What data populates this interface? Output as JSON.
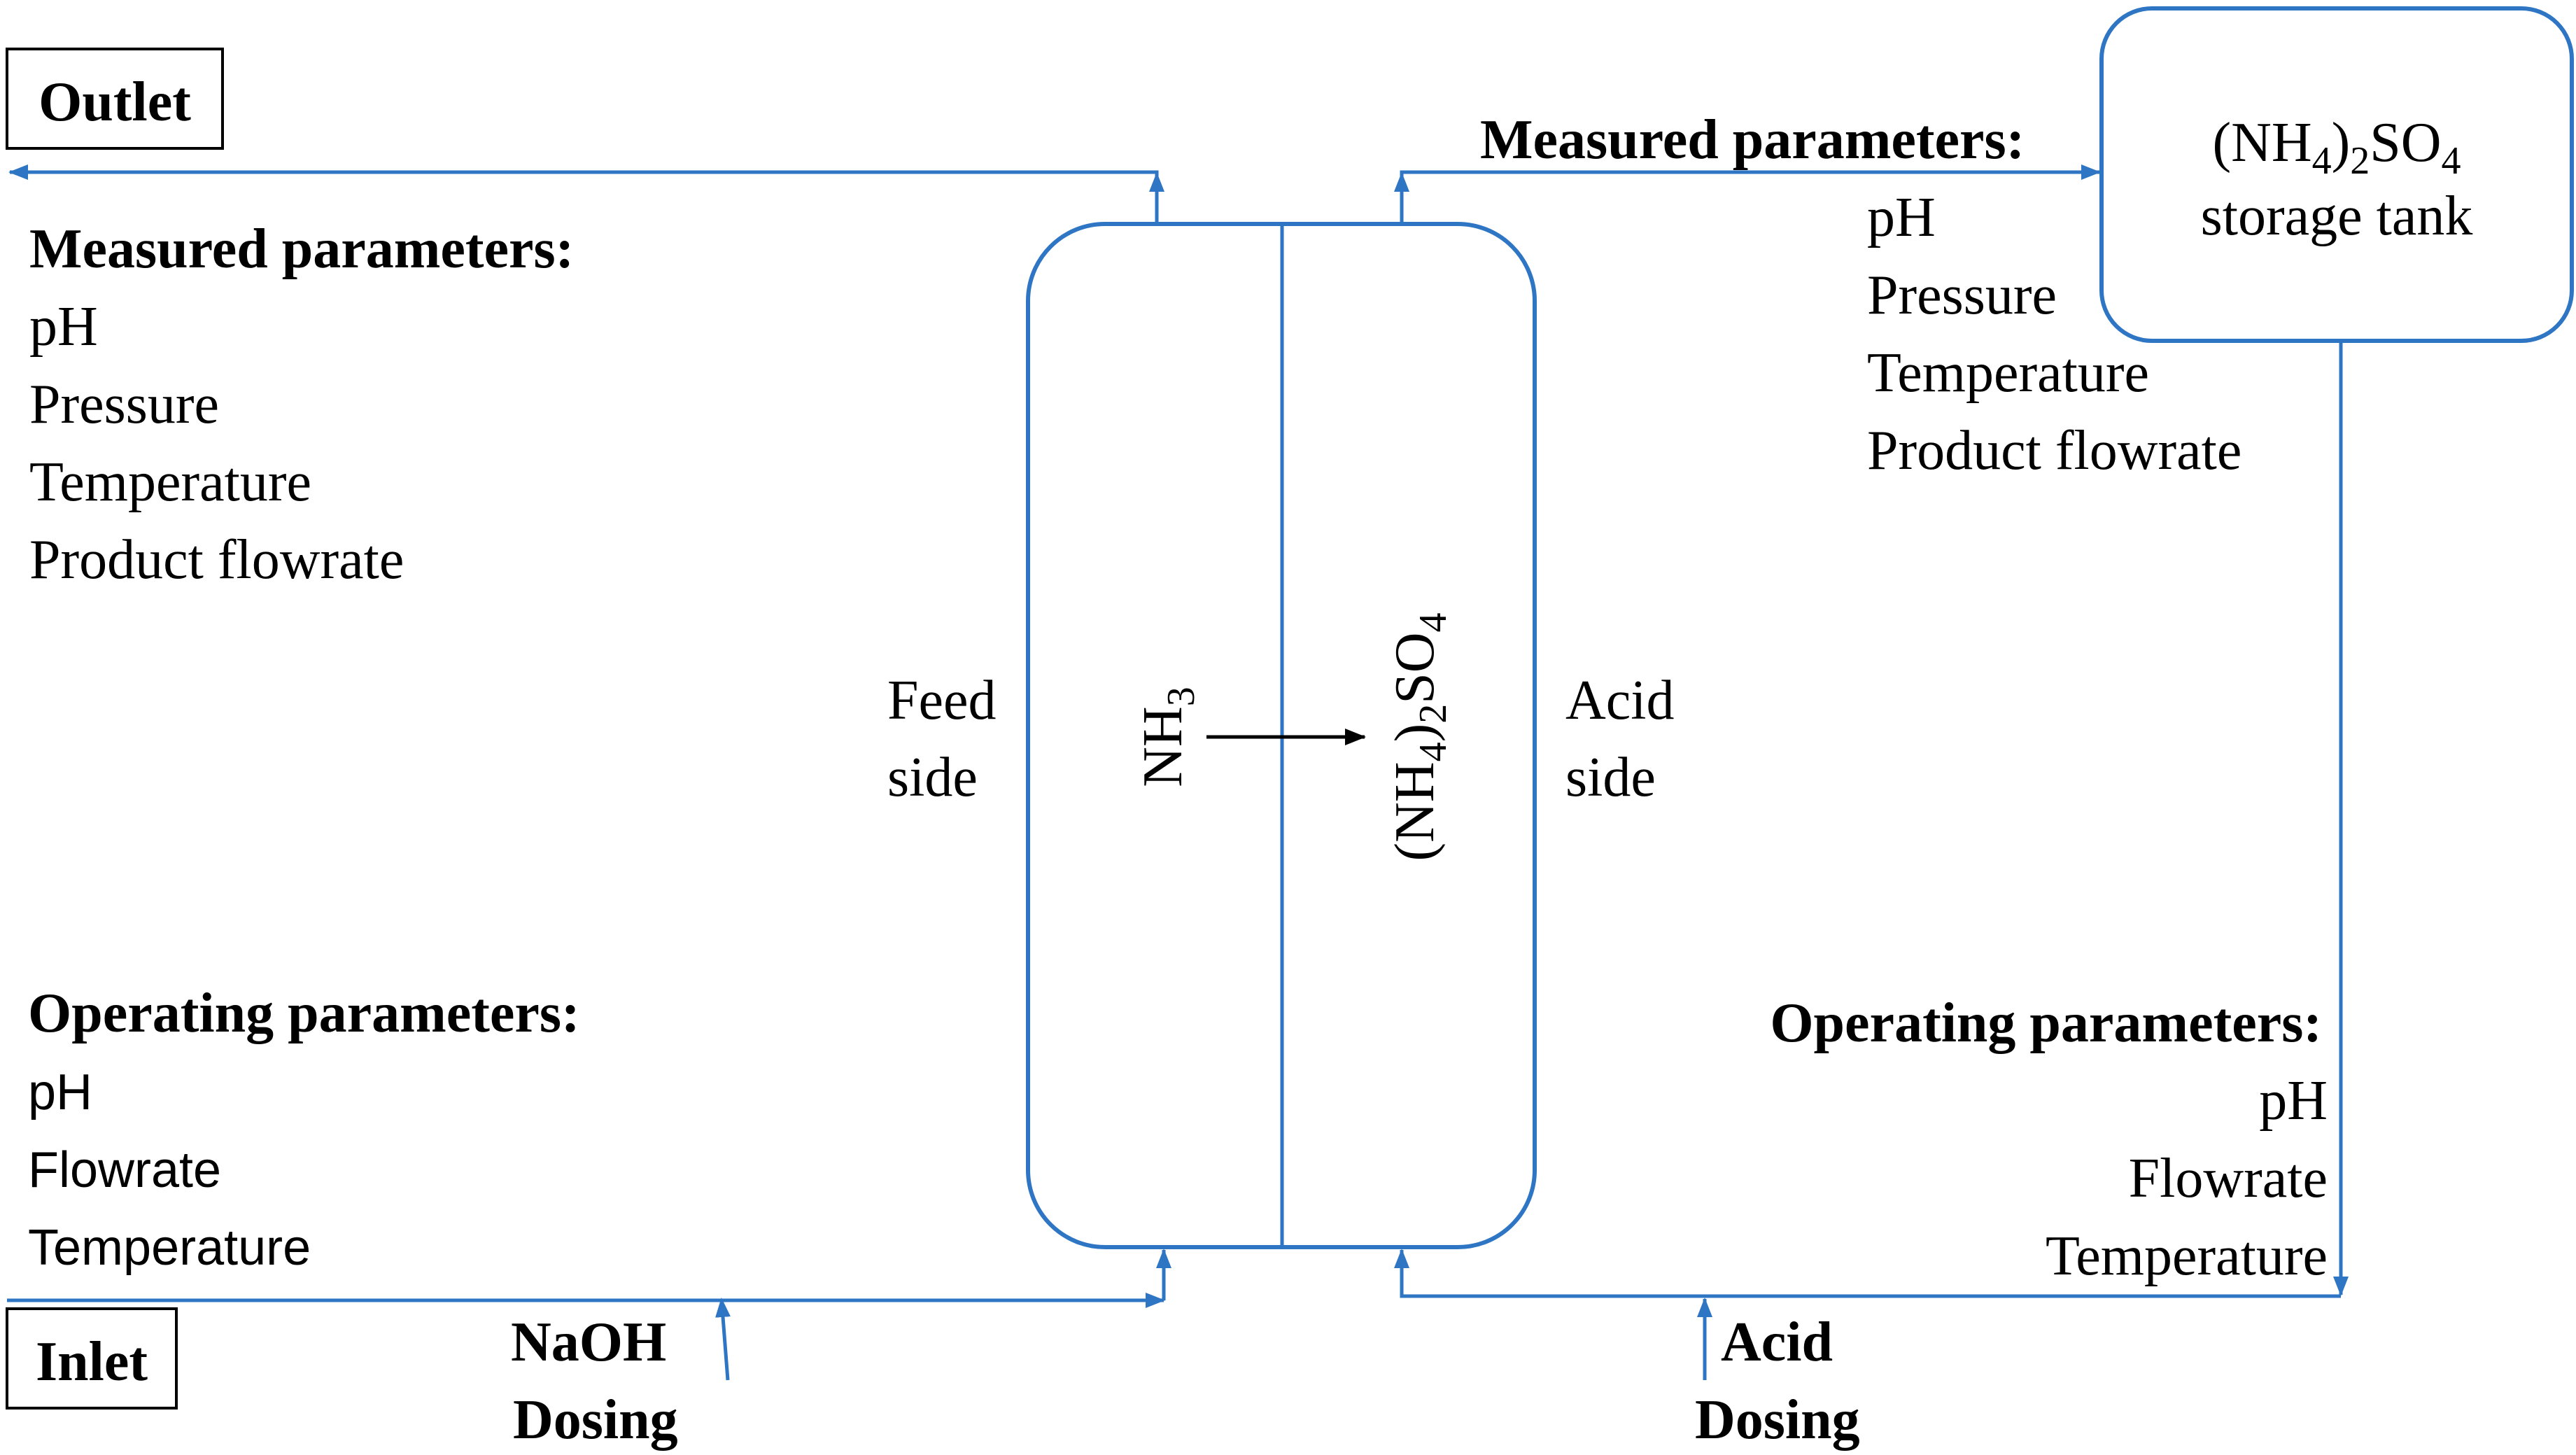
{
  "outlet": {
    "label": "Outlet"
  },
  "inlet": {
    "label": "Inlet"
  },
  "feed_measured": {
    "heading": "Measured parameters:",
    "items": [
      "pH",
      "Pressure",
      "Temperature",
      "Product flowrate"
    ]
  },
  "feed_operating": {
    "heading": "Operating parameters:",
    "items": [
      "pH",
      "Flowrate",
      "Temperature"
    ]
  },
  "acid_measured": {
    "heading": "Measured parameters:",
    "items": [
      "pH",
      "Pressure",
      "Temperature",
      "Product flowrate"
    ]
  },
  "acid_operating": {
    "heading": "Operating parameters:",
    "items": [
      "pH",
      "Flowrate",
      "Temperature"
    ]
  },
  "tank": {
    "line1_base": "(NH",
    "sub4": "4",
    "line1_mid": ")",
    "sub2": "2",
    "line1_end": "SO",
    "sub4b": "4",
    "line2": "storage tank"
  },
  "feed_side": {
    "line1": "Feed",
    "line2": "side"
  },
  "acid_side": {
    "line1": "Acid",
    "line2": "side"
  },
  "membrane": {
    "nh3_base": "NH",
    "nh3_sub": "3",
    "as_base": "(NH",
    "as_sub4": "4",
    "as_mid": ")",
    "as_sub2": "2",
    "as_end": "SO",
    "as_sub4b": "4"
  },
  "naoh_dosing": {
    "line1": "NaOH",
    "line2": "Dosing"
  },
  "acid_dosing": {
    "line1": "Acid",
    "line2": "Dosing"
  },
  "colors": {
    "pipe": "#2e75c4",
    "text": "#000000"
  },
  "icons": [
    "arrow-head-icon"
  ]
}
